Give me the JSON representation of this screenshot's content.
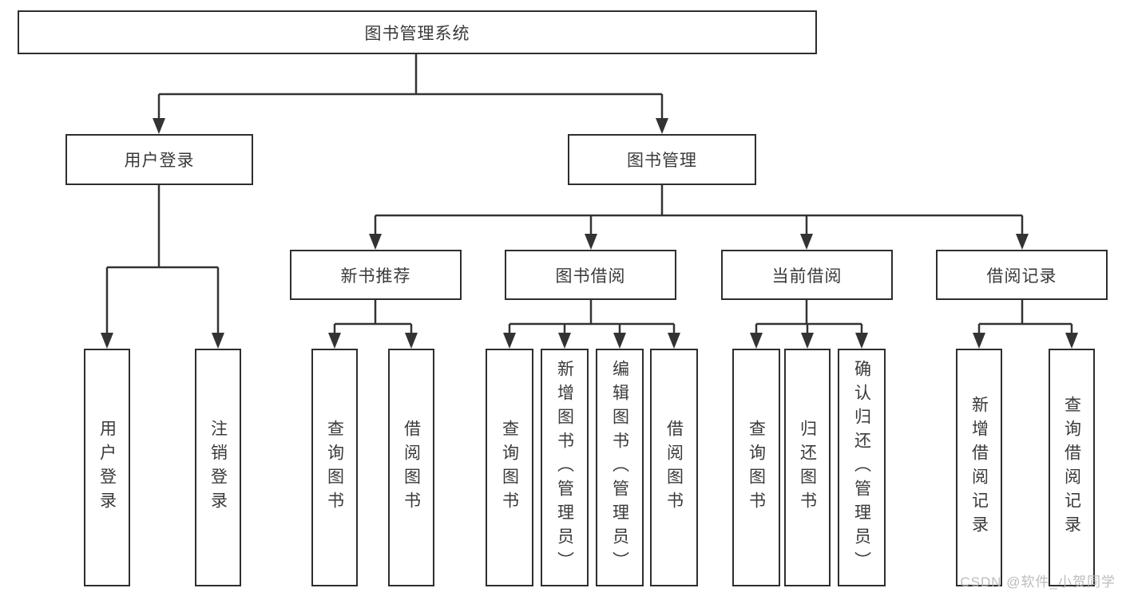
{
  "colors": {
    "background": "#ffffff",
    "line": "#333333",
    "box_border": "#2e2e2e",
    "text": "#3a3a3a",
    "watermark": "#b5b5b5"
  },
  "watermark": {
    "text": "CSDN @软件_小贺同学"
  },
  "tree": {
    "root": {
      "label": "图书管理系统"
    },
    "children": [
      {
        "label": "用户登录",
        "children": [
          {
            "label": "用户登录"
          },
          {
            "label": "注销登录"
          }
        ]
      },
      {
        "label": "图书管理",
        "children": [
          {
            "label": "新书推荐",
            "children": [
              {
                "label": "查询图书"
              },
              {
                "label": "借阅图书"
              }
            ]
          },
          {
            "label": "图书借阅",
            "children": [
              {
                "label": "查询图书"
              },
              {
                "label": "新增图书（管理员）"
              },
              {
                "label": "编辑图书（管理员）"
              },
              {
                "label": "借阅图书"
              }
            ]
          },
          {
            "label": "当前借阅",
            "children": [
              {
                "label": "查询图书"
              },
              {
                "label": "归还图书"
              },
              {
                "label": "确认归还（管理员）"
              }
            ]
          },
          {
            "label": "借阅记录",
            "children": [
              {
                "label": "新增借阅记录"
              },
              {
                "label": "查询借阅记录"
              }
            ]
          }
        ]
      }
    ]
  }
}
